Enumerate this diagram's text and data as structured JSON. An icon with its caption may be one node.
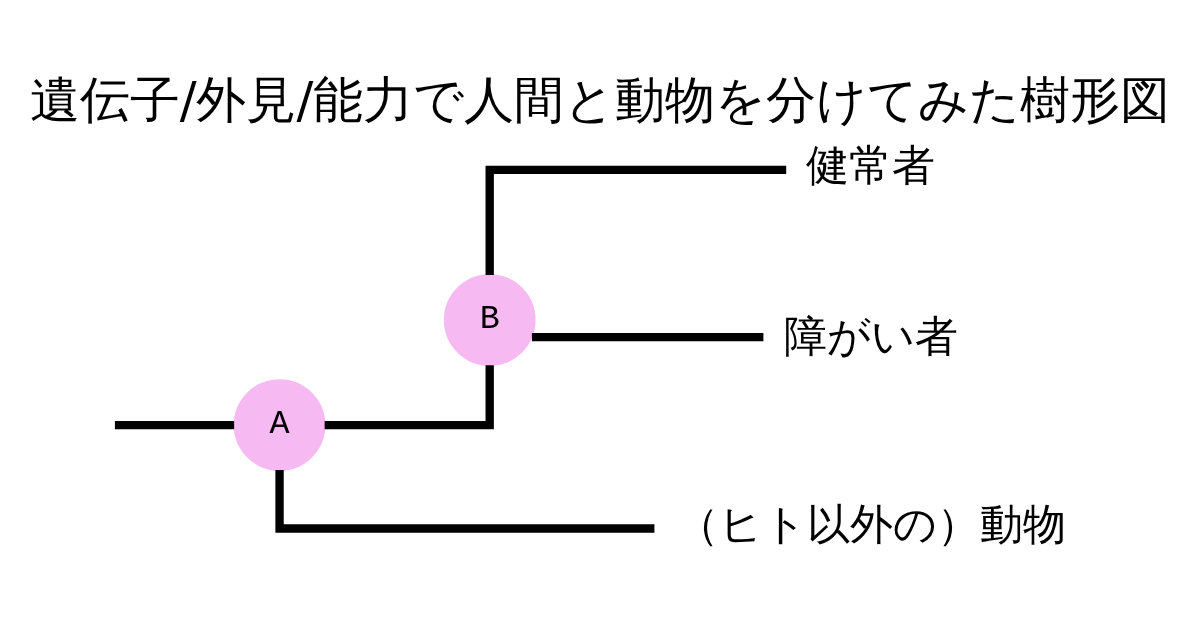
{
  "diagram": {
    "title": "遺伝子/外見/能力で人間と動物を分けてみた樹形図",
    "nodes": [
      {
        "text": [
          "A"
        ]
      },
      {
        "text": [
          "B"
        ]
      },
      {
        "text": [
          "健常者"
        ]
      },
      {
        "text": [
          "障がい者"
        ]
      },
      {
        "text": [
          "（ヒト以外の）動物"
        ]
      }
    ],
    "edges": [
      {
        "from": null,
        "to": 0,
        "arrow": "none"
      },
      {
        "from": 0,
        "to": 1,
        "arrow": "none"
      },
      {
        "from": 1,
        "to": 2,
        "arrow": "none"
      },
      {
        "from": 1,
        "to": 3,
        "arrow": "none"
      },
      {
        "from": 0,
        "to": 4,
        "arrow": "none"
      }
    ]
  }
}
